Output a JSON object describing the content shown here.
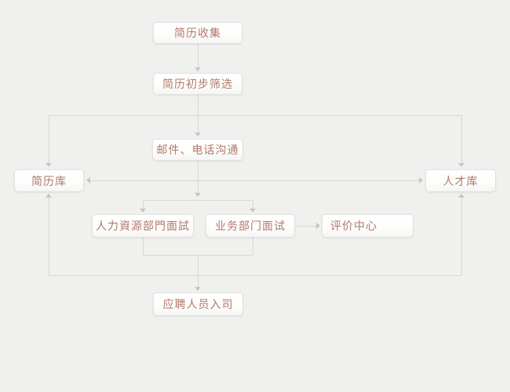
{
  "diagram": {
    "type": "flowchart",
    "subject": "recruitment-process",
    "colors": {
      "background": "#f0f0ee",
      "node_fill": "#ffffff",
      "node_border": "#e2e2e0",
      "node_text": "#b1786b",
      "connector": "#d7d7d5",
      "arrowhead": "#c6c6c4"
    },
    "nodes": {
      "resume_collection": {
        "label": "简历收集"
      },
      "resume_screening": {
        "label": "简历初步筛选"
      },
      "communication": {
        "label": "邮件、电话沟通"
      },
      "resume_library": {
        "label": "简历库"
      },
      "talent_pool": {
        "label": "人才库"
      },
      "hr_interview": {
        "label": "人力資源部門面試"
      },
      "business_interview": {
        "label": "业务部门面试"
      },
      "evaluation_center": {
        "label": "评价中心"
      },
      "onboarding": {
        "label": "应聘人员入司"
      }
    },
    "edges": [
      {
        "from": "resume_collection",
        "to": "resume_screening"
      },
      {
        "from": "resume_screening",
        "to": "communication"
      },
      {
        "from": "resume_screening",
        "to": "resume_library"
      },
      {
        "from": "resume_screening",
        "to": "talent_pool"
      },
      {
        "from": "communication",
        "to": "resume_library"
      },
      {
        "from": "communication",
        "to": "talent_pool"
      },
      {
        "from": "communication",
        "to": "hr_interview"
      },
      {
        "from": "communication",
        "to": "business_interview"
      },
      {
        "from": "business_interview",
        "to": "evaluation_center"
      },
      {
        "from": "hr_interview",
        "to": "onboarding"
      },
      {
        "from": "business_interview",
        "to": "onboarding"
      },
      {
        "from": "hr_interview",
        "to": "resume_library"
      },
      {
        "from": "hr_interview",
        "to": "talent_pool"
      },
      {
        "from": "business_interview",
        "to": "resume_library"
      },
      {
        "from": "business_interview",
        "to": "talent_pool"
      }
    ]
  }
}
